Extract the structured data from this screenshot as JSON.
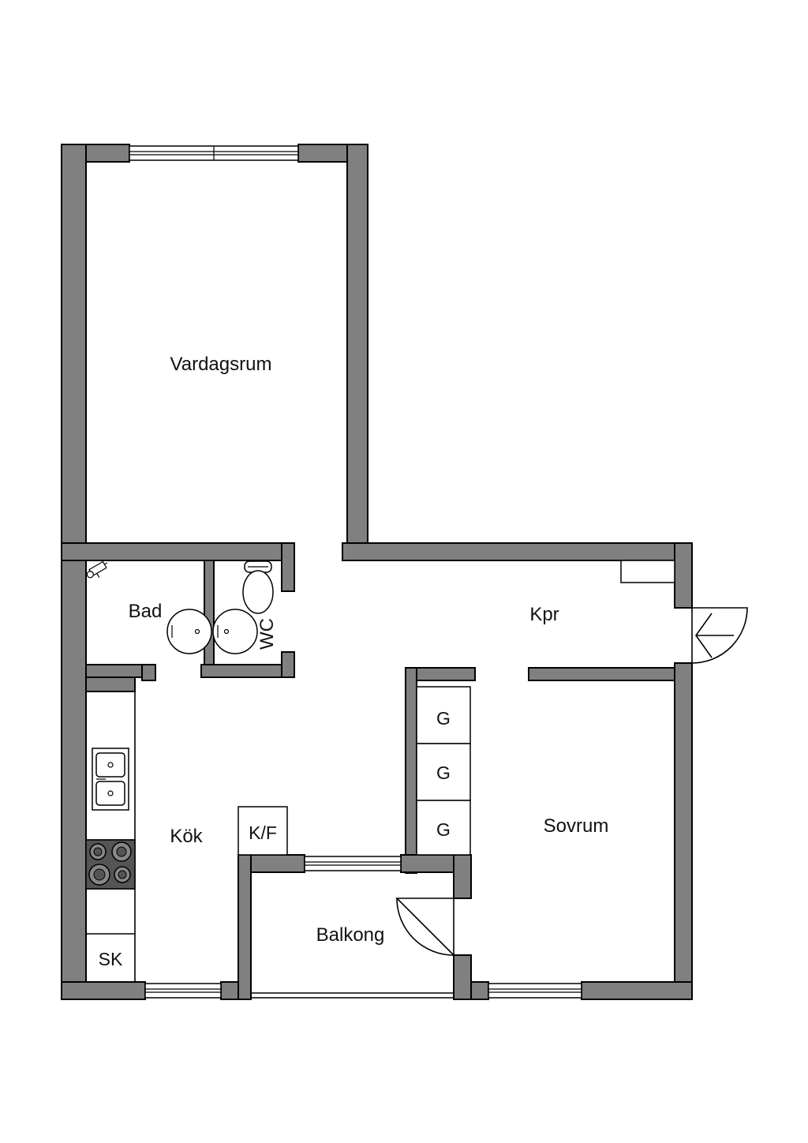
{
  "rooms": {
    "vardagsrum": "Vardagsrum",
    "bad": "Bad",
    "wc": "WC",
    "kpr": "Kpr",
    "kok": "Kök",
    "sovrum": "Sovrum",
    "balkong": "Balkong"
  },
  "fixtures": {
    "kf": "K/F",
    "sk": "SK",
    "g1": "G",
    "g2": "G",
    "g3": "G"
  },
  "colors": {
    "wall": "#808080",
    "line": "#000000",
    "stove": "#555555"
  },
  "icons": {
    "entrance": "arrow-left-icon",
    "sink": "double-sink-icon",
    "stove": "stove-icon",
    "toilet": "toilet-icon",
    "washbasin": "washbasin-icon",
    "shower": "shower-head-icon"
  }
}
